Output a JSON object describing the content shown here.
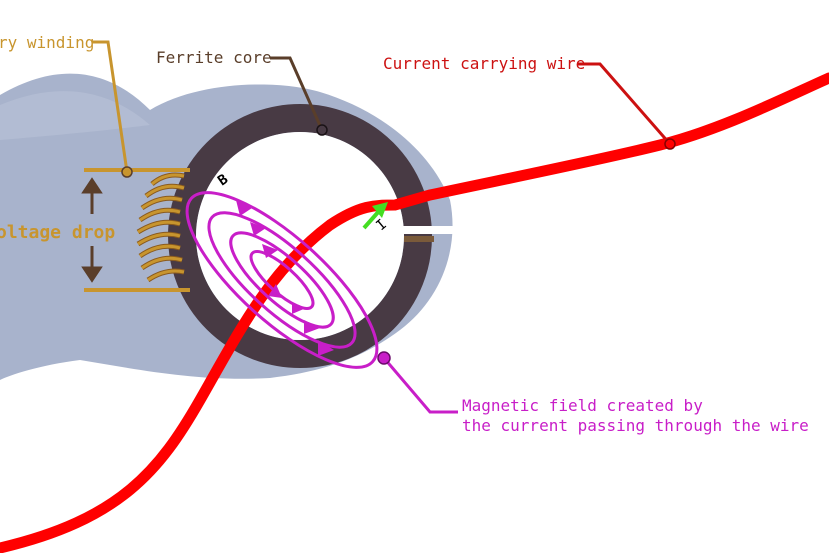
{
  "labels": {
    "secondary_winding": "ry winding",
    "ferrite_core": "Ferrite core",
    "wire": "Current carrying wire",
    "voltage_drop": "oltage drop",
    "field_line1": "Magnetic field created by",
    "field_line2": "the current passing through the wire",
    "b_symbol": "B",
    "i_symbol": "I"
  },
  "colors": {
    "clamp_body": "#a8b3cc",
    "ferrite": "#483a44",
    "gap": "#7a5a3a",
    "winding": "#c8952e",
    "winding_label": "#c8952e",
    "ferrite_label": "#5a3e2a",
    "wire": "#ff0000",
    "wire_label": "#cc1111",
    "field": "#c81ec8",
    "current_arrow": "#44dd22",
    "voltage_label": "#c8952e",
    "voltage_arrow": "#5a3e2a"
  }
}
